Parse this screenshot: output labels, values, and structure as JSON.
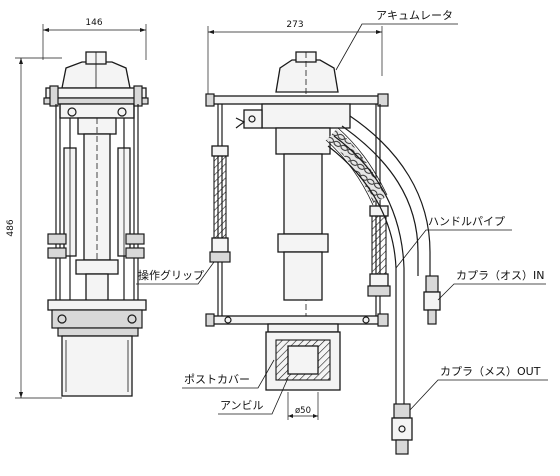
{
  "dimensions": {
    "width_front": "146",
    "width_side": "273",
    "height": "486",
    "diameter": "ø50"
  },
  "labels": {
    "accumulator": "アキュムレータ",
    "handle_pipe": "ハンドルパイプ",
    "coupler_in": "カプラ（オス）IN",
    "coupler_out": "カプラ（メス）OUT",
    "operation_grip": "操作グリップ",
    "post_cover": "ポストカバー",
    "anvil": "アンビル"
  }
}
